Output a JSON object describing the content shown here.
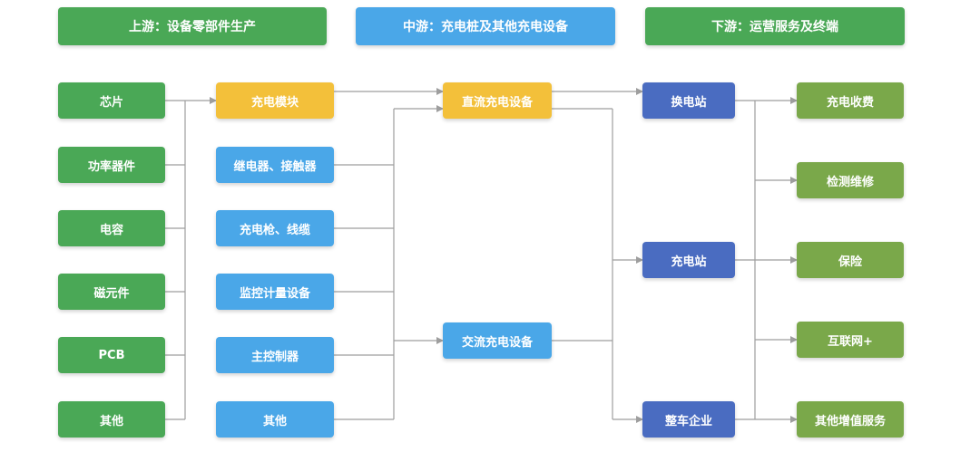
{
  "headers": {
    "upstream": "上游：设备零部件生产",
    "midstream": "中游：充电桩及其他充电设备",
    "downstream": "下游：运营服务及终端"
  },
  "components": [
    "芯片",
    "功率器件",
    "电容",
    "磁元件",
    "PCB",
    "其他"
  ],
  "modules": [
    "充电模块",
    "继电器、接触器",
    "充电枪、线缆",
    "监控计量设备",
    "主控制器",
    "其他"
  ],
  "equipment": [
    "直流充电设备",
    "交流充电设备"
  ],
  "operators": [
    "换电站",
    "充电站",
    "整车企业"
  ],
  "services": [
    "充电收费",
    "检测维修",
    "保险",
    "互联网+",
    "其他增值服务"
  ],
  "colors": {
    "upstream": "#4aa856",
    "midstream": "#4aa7e8",
    "highlight": "#f3c03a",
    "operator": "#4a6cc1",
    "service": "#7aa84a",
    "connector": "#9e9e9e"
  }
}
